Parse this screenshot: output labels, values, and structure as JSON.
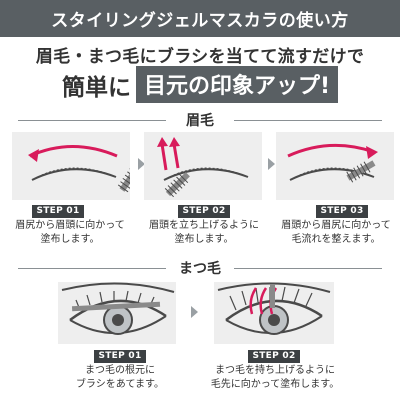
{
  "header": {
    "title": "スタイリングジェルマスカラの使い方"
  },
  "intro": {
    "line1": "眉毛・まつ毛にブラシを当てて流すだけで",
    "line2_plain": "簡単に",
    "line2_highlight": "目元の印象アップ!"
  },
  "eyebrow_section": {
    "title": "眉毛",
    "steps": [
      {
        "badge": "STEP 01",
        "line1": "眉尻から眉頭に向かって",
        "line2": "塗布します。"
      },
      {
        "badge": "STEP 02",
        "line1": "眉頭を立ち上げるように",
        "line2": "塗布します。"
      },
      {
        "badge": "STEP 03",
        "line1": "眉頭から眉尻に向かって",
        "line2": "毛流れを整えます。"
      }
    ]
  },
  "lash_section": {
    "title": "まつ毛",
    "steps": [
      {
        "badge": "STEP 01",
        "line1": "まつ毛の根元に",
        "line2": "ブラシをあてます。"
      },
      {
        "badge": "STEP 02",
        "line1": "まつ毛を持ち上げるように",
        "line2": "毛先に向かって塗布します。"
      }
    ]
  },
  "colors": {
    "accent": "#d81b5b",
    "dark": "#595f63",
    "badge": "#3c4043",
    "panel": "#eeeeee"
  },
  "icons": [
    "arrow-right-icon",
    "brush-icon",
    "eyebrow-icon",
    "eye-icon"
  ]
}
